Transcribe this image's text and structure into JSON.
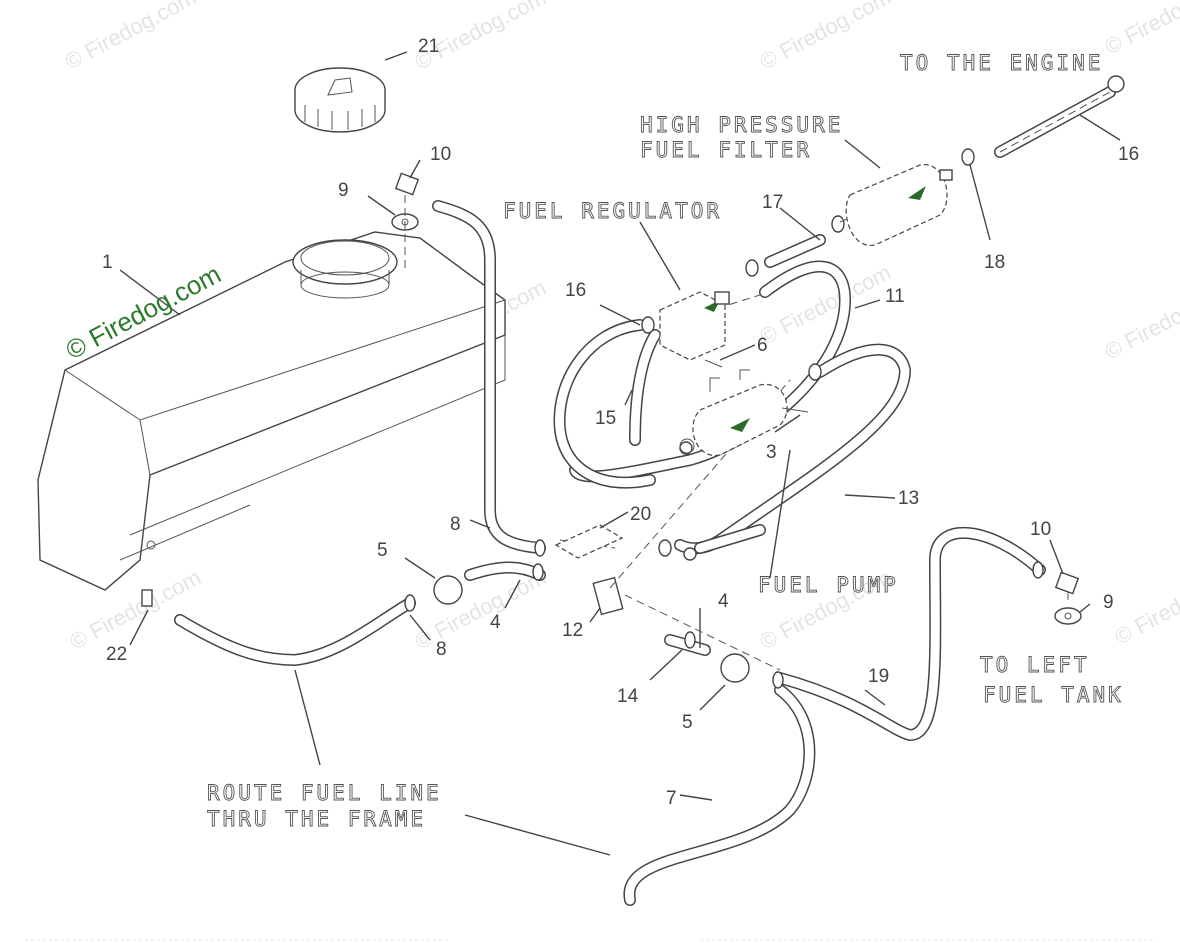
{
  "watermark": {
    "main": "© Firedog.com",
    "repeat": "© Firedog.com"
  },
  "labels": {
    "to_engine": "TO THE ENGINE",
    "hp_filter_1": "HIGH PRESSURE",
    "hp_filter_2": "FUEL FILTER",
    "fuel_regulator": "FUEL REGULATOR",
    "fuel_pump": "FUEL PUMP",
    "to_left_tank_1": "TO LEFT",
    "to_left_tank_2": "FUEL TANK",
    "route_1": "ROUTE FUEL LINE",
    "route_2": "THRU THE FRAME"
  },
  "callouts": {
    "c1": "1",
    "c3": "3",
    "c4a": "4",
    "c4b": "4",
    "c5a": "5",
    "c5b": "5",
    "c6": "6",
    "c7": "7",
    "c8a": "8",
    "c8b": "8",
    "c9a": "9",
    "c9b": "9",
    "c10a": "10",
    "c10b": "10",
    "c11": "11",
    "c12": "12",
    "c13": "13",
    "c14": "14",
    "c15": "15",
    "c16a": "16",
    "c16b": "16",
    "c17": "17",
    "c18": "18",
    "c19": "19",
    "c20": "20",
    "c21": "21",
    "c22": "22"
  },
  "icons": {
    "tank": "fuel-tank-icon",
    "cap": "fuel-cap-icon",
    "filter": "fuel-filter-icon",
    "pump": "fuel-pump-icon",
    "regulator": "fuel-regulator-icon"
  }
}
